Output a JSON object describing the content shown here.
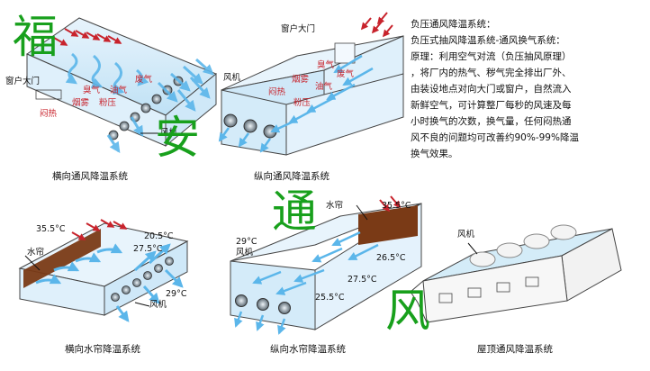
{
  "panels": {
    "p1": {
      "caption": "横向通风降温系统",
      "door": "窗户大门",
      "stuffy": "闷热",
      "mist": "烟雾",
      "odor": "臭气",
      "oil": "油气",
      "dust": "粉压",
      "waste": "废气",
      "fan": "风机"
    },
    "p2": {
      "caption": "纵向通风降温系统",
      "door": "窗户大门",
      "fan": "风机",
      "stuffy": "闷热",
      "mist": "烟雾",
      "odor": "臭气",
      "oil": "油气",
      "waste": "废气",
      "dust": "粉压"
    },
    "p4": {
      "caption": "横向水帘降温系统",
      "temp_in": "35.5°C",
      "curtain": "水帘",
      "t1": "20.5°C",
      "t2": "27.5°C",
      "t3": "29°C",
      "fan": "风机"
    },
    "p5": {
      "caption": "纵向水帘降温系统",
      "curtain": "水帘",
      "temp_in": "35.5°C",
      "t_fan": "29°C",
      "fan": "风机",
      "t1": "26.5°C",
      "t2": "27.5°C",
      "t3": "25.5°C"
    },
    "p6": {
      "caption": "屋顶通风降温系统",
      "fan": "风机"
    }
  },
  "description": {
    "lines": [
      "负压通风降温系统：",
      "负压式抽风降温系统-通风换气系统：",
      "原理：利用空气对流（负压抽风原理）",
      "，将厂内的热气、秽气完全排出厂外、",
      "由装设地点对向大门或窗户，自然流入",
      "新鲜空气，可计算整厂每秒的风速及每",
      "小时换气的次数，换气量，任何闷热通",
      "风不良的问题均可改善约90%-99%降温",
      "换气效果。"
    ]
  },
  "watermark": {
    "c1": "福",
    "c2": "安",
    "c3": "通",
    "c4": "风"
  },
  "colors": {
    "accent_red": "#c8232c",
    "airflow_blue": "#5bb6ea",
    "watermark_green": "#18a01c",
    "curtain_brown": "#7a3a16"
  }
}
